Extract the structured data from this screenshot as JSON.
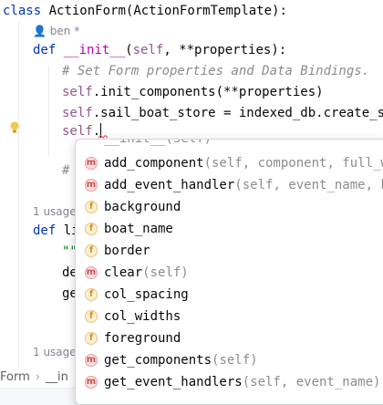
{
  "code": {
    "line1": {
      "kw": "class",
      "name": "ActionForm",
      "rest": "(ActionFormTemplate):"
    },
    "author": "ben *",
    "line3": {
      "kw": "def",
      "fn": "__init__",
      "rest_a": "(",
      "selfw": "self",
      "rest_b": ", **properties):"
    },
    "line4_comment": "# Set Form properties and Data Bindings.",
    "line5": {
      "selfw": "self",
      "rest": ".init_components(**properties)"
    },
    "line6": {
      "selfw": "self",
      "rest": ".sail_boat_store = indexed_db.create_sto"
    },
    "line7": {
      "selfw": "self",
      "rest": "."
    },
    "line9_comment": "#",
    "usage1": "1 usage",
    "line11": {
      "kw": "def",
      "rest": " li"
    },
    "line12": "\"\"",
    "line13": "de",
    "line14": "ge",
    "usage2": "1 usage"
  },
  "breadcrumb": {
    "item1": "Form",
    "item2": "__in"
  },
  "completion": {
    "partial_top": "__init__(self)",
    "items": [
      {
        "icon": "m",
        "name": "add_component",
        "sig": "(self, component, full_wi"
      },
      {
        "icon": "m",
        "name": "add_event_handler",
        "sig": "(self, event_name, ha"
      },
      {
        "icon": "f",
        "name": "background",
        "sig": ""
      },
      {
        "icon": "f",
        "name": "boat_name",
        "sig": ""
      },
      {
        "icon": "f",
        "name": "border",
        "sig": ""
      },
      {
        "icon": "m",
        "name": "clear",
        "sig": "(self)"
      },
      {
        "icon": "f",
        "name": "col_spacing",
        "sig": ""
      },
      {
        "icon": "f",
        "name": "col_widths",
        "sig": ""
      },
      {
        "icon": "f",
        "name": "foreground",
        "sig": ""
      },
      {
        "icon": "m",
        "name": "get_components",
        "sig": "(self)"
      },
      {
        "icon": "m",
        "name": "get_event_handlers",
        "sig": "(self, event_name)"
      }
    ]
  }
}
